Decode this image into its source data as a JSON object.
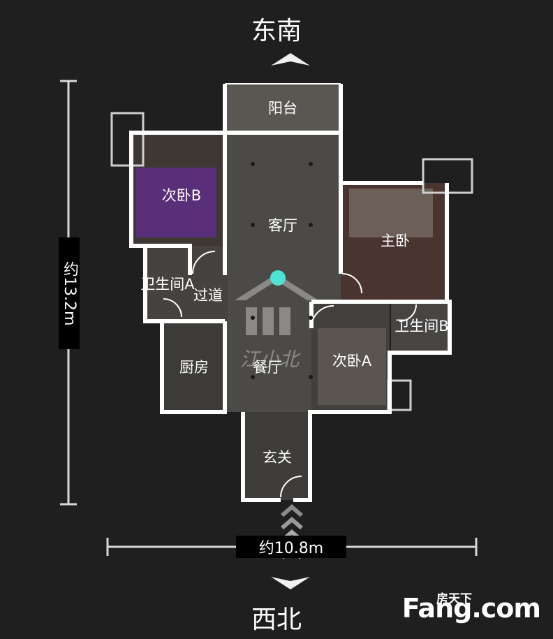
{
  "directions": {
    "top": "东南",
    "bottom": "西北"
  },
  "dimensions": {
    "vertical": "约13.2m",
    "horizontal": "约10.8m"
  },
  "rooms": {
    "balcony": "阳台",
    "bedroom_b": "次卧B",
    "living_room": "客厅",
    "master_bedroom": "主卧",
    "bathroom_a": "卫生间A",
    "corridor": "过道",
    "bathroom_b": "卫生间B",
    "kitchen": "厨房",
    "dining_room": "餐厅",
    "bedroom_a": "次卧A",
    "entrance": "玄关"
  },
  "watermark": "江小北",
  "logo": {
    "cn": "房天下",
    "en": "Fang.com"
  },
  "colors": {
    "background": "#1f1f1f",
    "wall": "#ffffff",
    "accent": "#4fe3d6",
    "purple_bed": "#5a2f7a"
  }
}
